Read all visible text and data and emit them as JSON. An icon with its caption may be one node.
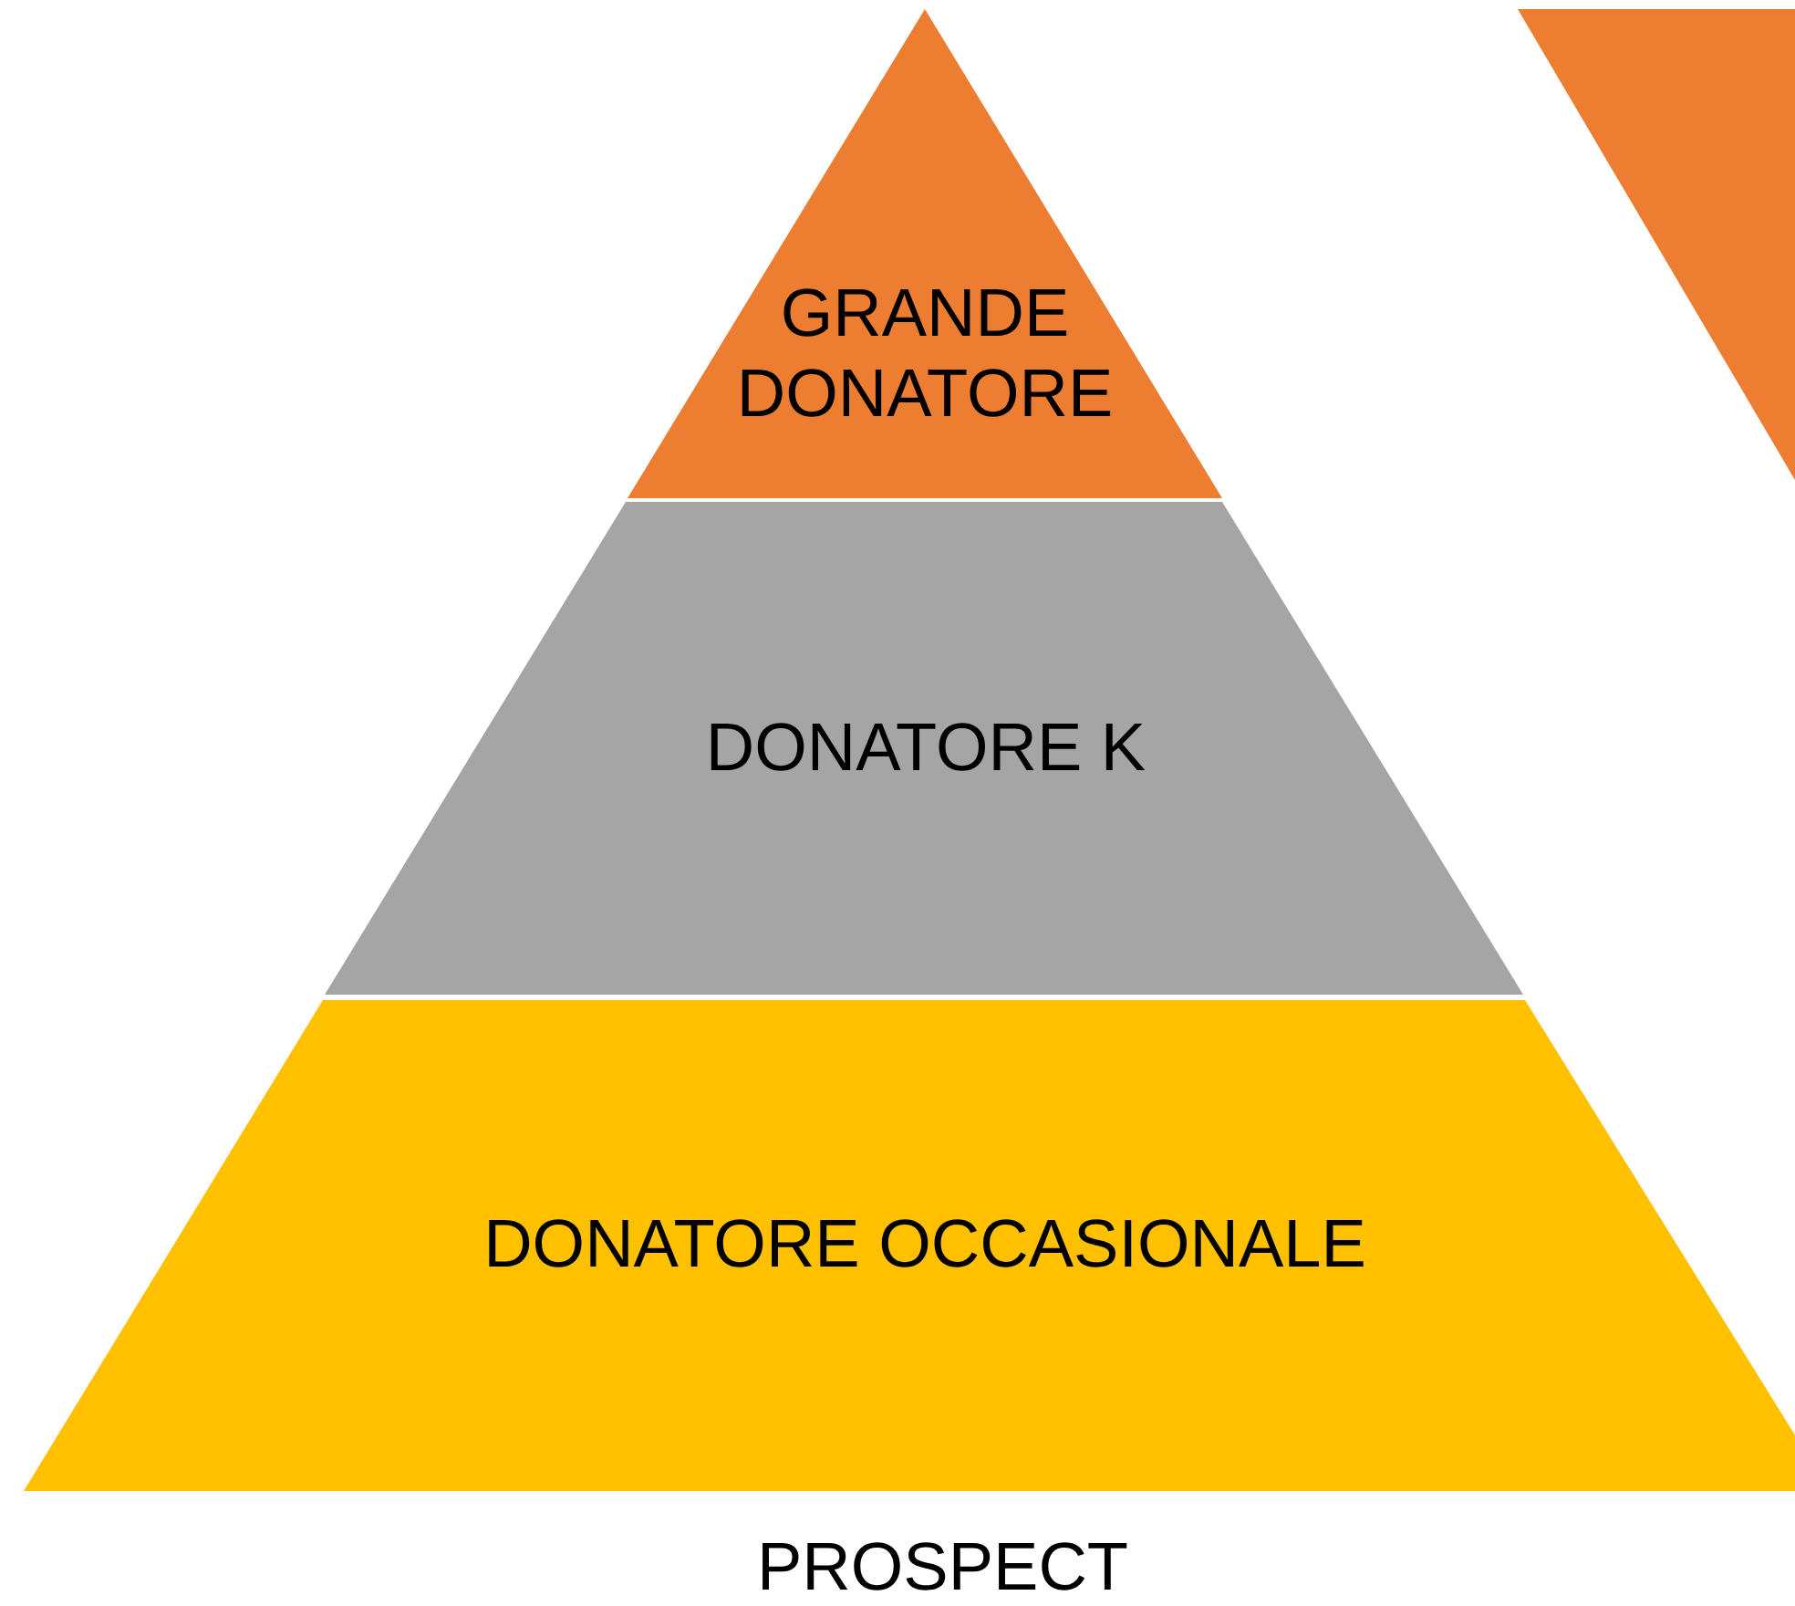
{
  "diagram": {
    "nodes": [
      {
        "text": [
          "GRANDE DONATORE"
        ]
      },
      {
        "text": [
          "DONATORE K"
        ]
      },
      {
        "text": [
          "DONATORE OCCASIONALE"
        ]
      },
      {
        "text": [],
        "shape": "triangle"
      }
    ],
    "labels": [
      "PROSPECT"
    ]
  }
}
